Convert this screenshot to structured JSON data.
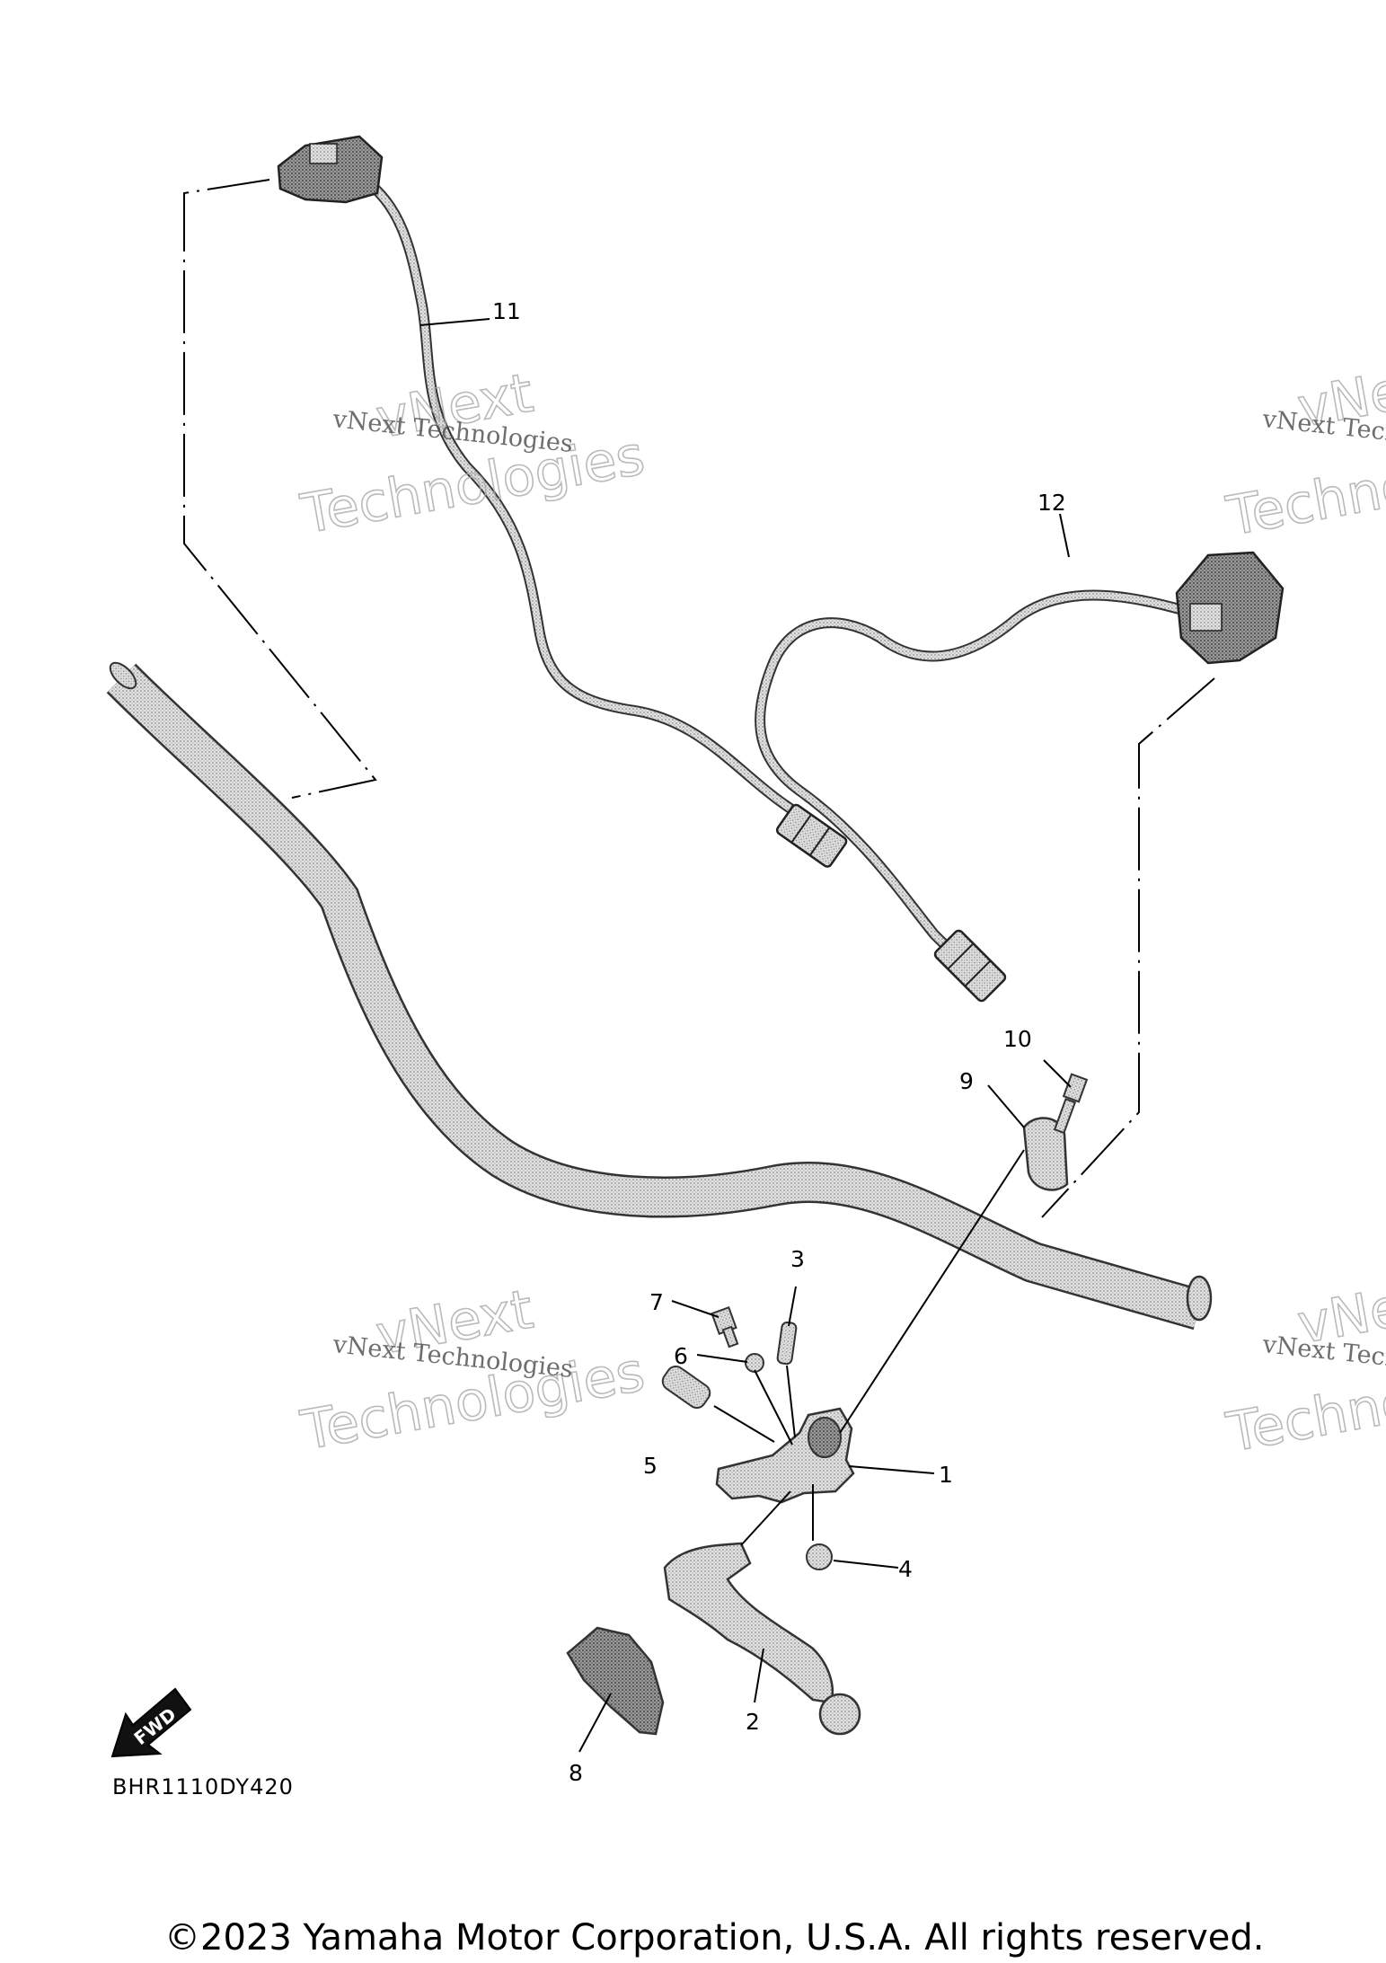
{
  "diagram_code": "BHR1110DY420",
  "copyright": "©2023 Yamaha Motor Corporation, U.S.A. All rights reserved.",
  "fwd_label": "FWD",
  "watermark": {
    "line": "vNext Technologies",
    "outline_1": "vNext",
    "outline_2": "Technologies"
  },
  "callouts": {
    "p1": "1",
    "p2": "2",
    "p3": "3",
    "p4": "4",
    "p5": "5",
    "p6": "6",
    "p7": "7",
    "p8": "8",
    "p9": "9",
    "p10": "10",
    "p11": "11",
    "p12": "12"
  },
  "colors": {
    "part_fill": "#c8c8c8",
    "part_dark": "#666666",
    "line": "#000000"
  }
}
